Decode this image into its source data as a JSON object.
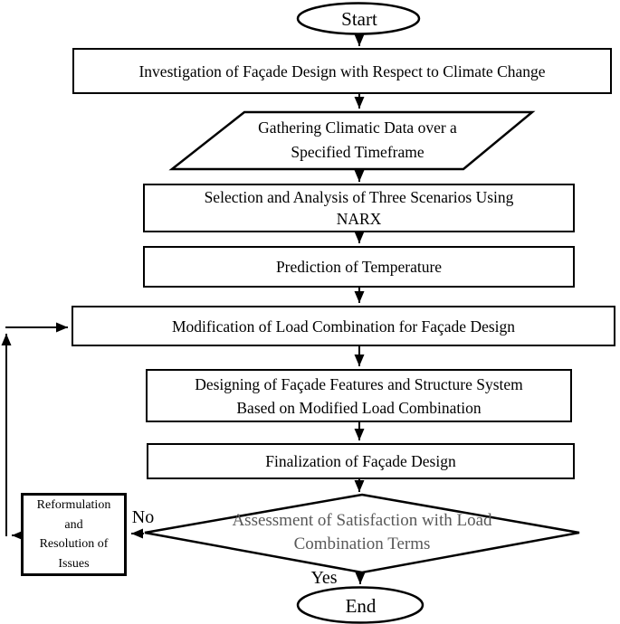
{
  "colors": {
    "stroke": "#000000",
    "text": "#000000",
    "diamond_text": "#585858",
    "background": "#ffffff"
  },
  "nodes": {
    "start": {
      "type": "terminator",
      "lines": [
        "Start"
      ]
    },
    "investigation": {
      "type": "process",
      "lines": [
        "Investigation of Façade Design with Respect to Climate Change"
      ]
    },
    "gathering": {
      "type": "data-parallelogram",
      "lines": [
        "Gathering Climatic Data over a",
        "Specified Timeframe"
      ]
    },
    "selection": {
      "type": "process",
      "lines": [
        "Selection and Analysis of Three Scenarios Using",
        "NARX"
      ]
    },
    "prediction": {
      "type": "process",
      "lines": [
        "Prediction of Temperature"
      ]
    },
    "modification": {
      "type": "process",
      "lines": [
        "Modification of Load Combination for Façade Design"
      ]
    },
    "designing": {
      "type": "process",
      "lines": [
        "Designing of Façade Features and Structure System",
        "Based on Modified Load Combination"
      ]
    },
    "finalization": {
      "type": "process",
      "lines": [
        "Finalization of Façade Design"
      ]
    },
    "assessment": {
      "type": "decision",
      "lines": [
        "Assessment of Satisfaction with Load",
        "Combination Terms"
      ]
    },
    "reformulation": {
      "type": "process",
      "lines": [
        "Reformulation",
        "and",
        "Resolution of",
        "Issues"
      ]
    },
    "end": {
      "type": "terminator",
      "lines": [
        "End"
      ]
    }
  },
  "edge_labels": {
    "no": "No",
    "yes": "Yes"
  }
}
